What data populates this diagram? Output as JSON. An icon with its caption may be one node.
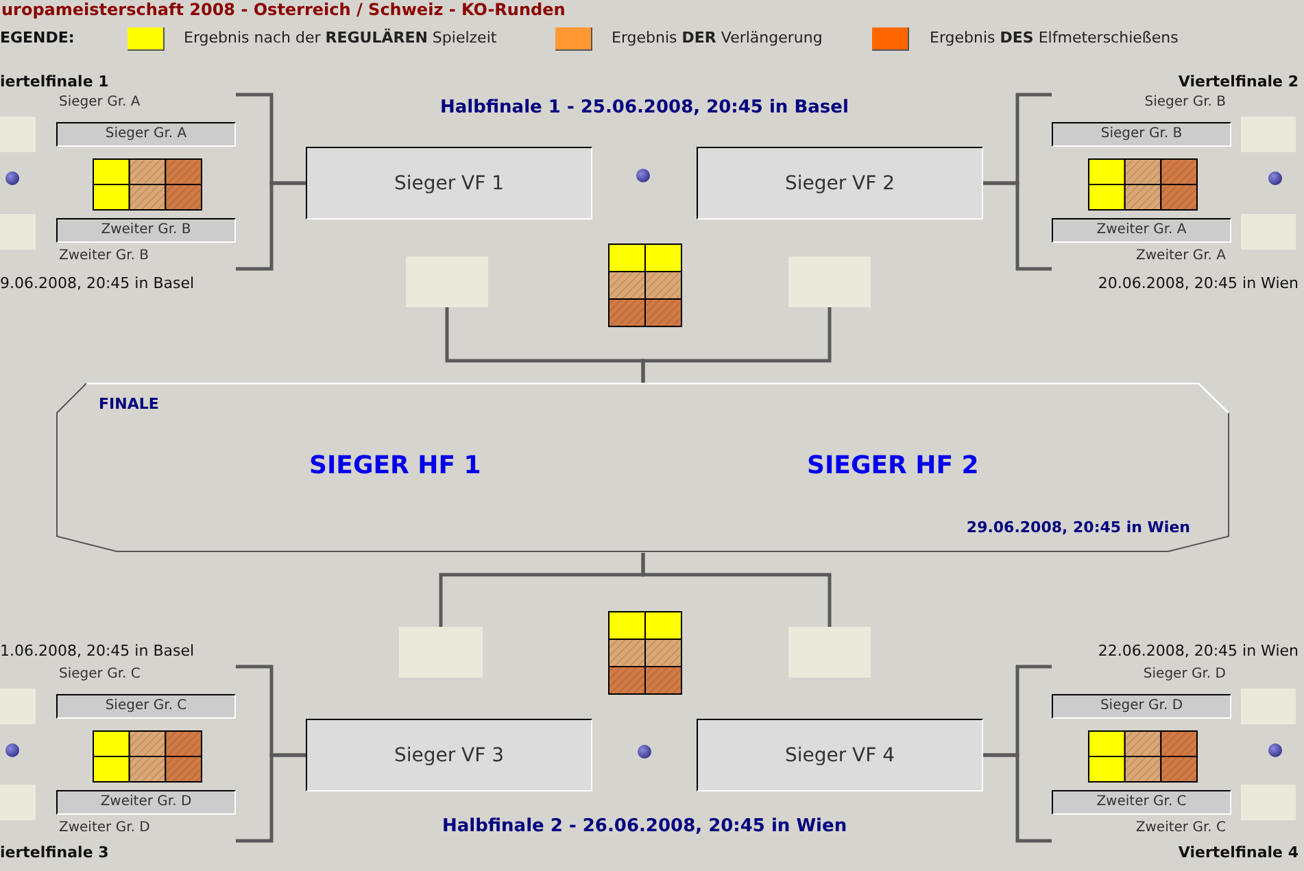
{
  "diagram": {
    "title": "uropameisterschaft 2008 - Osterreich / Schweiz - KO-Runden",
    "nodes": [
      {
        "text": [
          "Sieger Gr. A"
        ],
        "beside": [
          "Sieger Gr. A"
        ]
      },
      {
        "text": [
          "Zweiter Gr. B"
        ],
        "beside": [
          "Zweiter Gr. B"
        ]
      },
      {
        "text": [
          "Sieger VF 1"
        ]
      },
      {
        "text": [
          "Sieger VF 2"
        ]
      },
      {
        "text": [
          "Sieger Gr. B"
        ],
        "beside": [
          "Sieger Gr. B"
        ]
      },
      {
        "text": [
          "Zweiter Gr. A"
        ],
        "beside": [
          "Zweiter Gr. A"
        ]
      },
      {
        "text": [],
        "shape": "box"
      },
      {
        "text": [],
        "shape": "box"
      },
      {
        "text": [
          "FINALE",
          "SIEGER HF 1",
          "SIEGER HF 2",
          "29.06.2008, 20:45 in Wien"
        ]
      },
      {
        "text": [],
        "shape": "box"
      },
      {
        "text": [],
        "shape": "box"
      },
      {
        "text": [
          "Sieger VF 3"
        ]
      },
      {
        "text": [
          "Sieger VF 4"
        ]
      },
      {
        "text": [
          "Sieger Gr. C"
        ],
        "beside": [
          "Sieger Gr. C"
        ]
      },
      {
        "text": [
          "Zweiter Gr. D"
        ],
        "beside": [
          "Zweiter Gr. D"
        ]
      },
      {
        "text": [
          "Sieger Gr. D"
        ],
        "beside": [
          "Sieger Gr. D"
        ]
      },
      {
        "text": [
          "Zweiter Gr. C"
        ],
        "beside": [
          "Zweiter Gr. C"
        ]
      }
    ],
    "edges": [
      {
        "from": 0,
        "to": 2,
        "arrow": "none"
      },
      {
        "from": 1,
        "to": 2,
        "arrow": "none"
      },
      {
        "from": 4,
        "to": 3,
        "arrow": "none"
      },
      {
        "from": 5,
        "to": 3,
        "arrow": "none"
      },
      {
        "from": 6,
        "to": 8,
        "arrow": "none"
      },
      {
        "from": 7,
        "to": 8,
        "arrow": "none"
      },
      {
        "from": 9,
        "to": 8,
        "arrow": "none"
      },
      {
        "from": 10,
        "to": 8,
        "arrow": "none"
      },
      {
        "from": 13,
        "to": 11,
        "arrow": "none"
      },
      {
        "from": 14,
        "to": 11,
        "arrow": "none"
      },
      {
        "from": 15,
        "to": 12,
        "arrow": "none"
      },
      {
        "from": 16,
        "to": 12,
        "arrow": "none"
      }
    ],
    "labels": [
      "EGENDE:",
      "iertelfinale 1",
      "Halbfinale 1 - 25.06.2008, 20:45 in Basel",
      "Viertelfinale 2",
      "9.06.2008, 20:45 in Basel",
      "20.06.2008, 20:45 in Wien",
      "1.06.2008, 20:45 in Basel",
      "22.06.2008, 20:45 in Wien",
      "Halbfinale 2 - 26.06.2008, 20:45 in Wien",
      "iertelfinale 3",
      "Viertelfinale 4"
    ],
    "legend": [
      {
        "text": "Ergebnis nach der **REGULÄREN** Spielzeit",
        "color": "#ffff00"
      },
      {
        "text": "Ergebnis **DER** Verlängerung",
        "color": "#ff9933"
      },
      {
        "text": "Ergebnis **DES** Elfmeterschießens",
        "color": "#ff6600"
      }
    ]
  }
}
